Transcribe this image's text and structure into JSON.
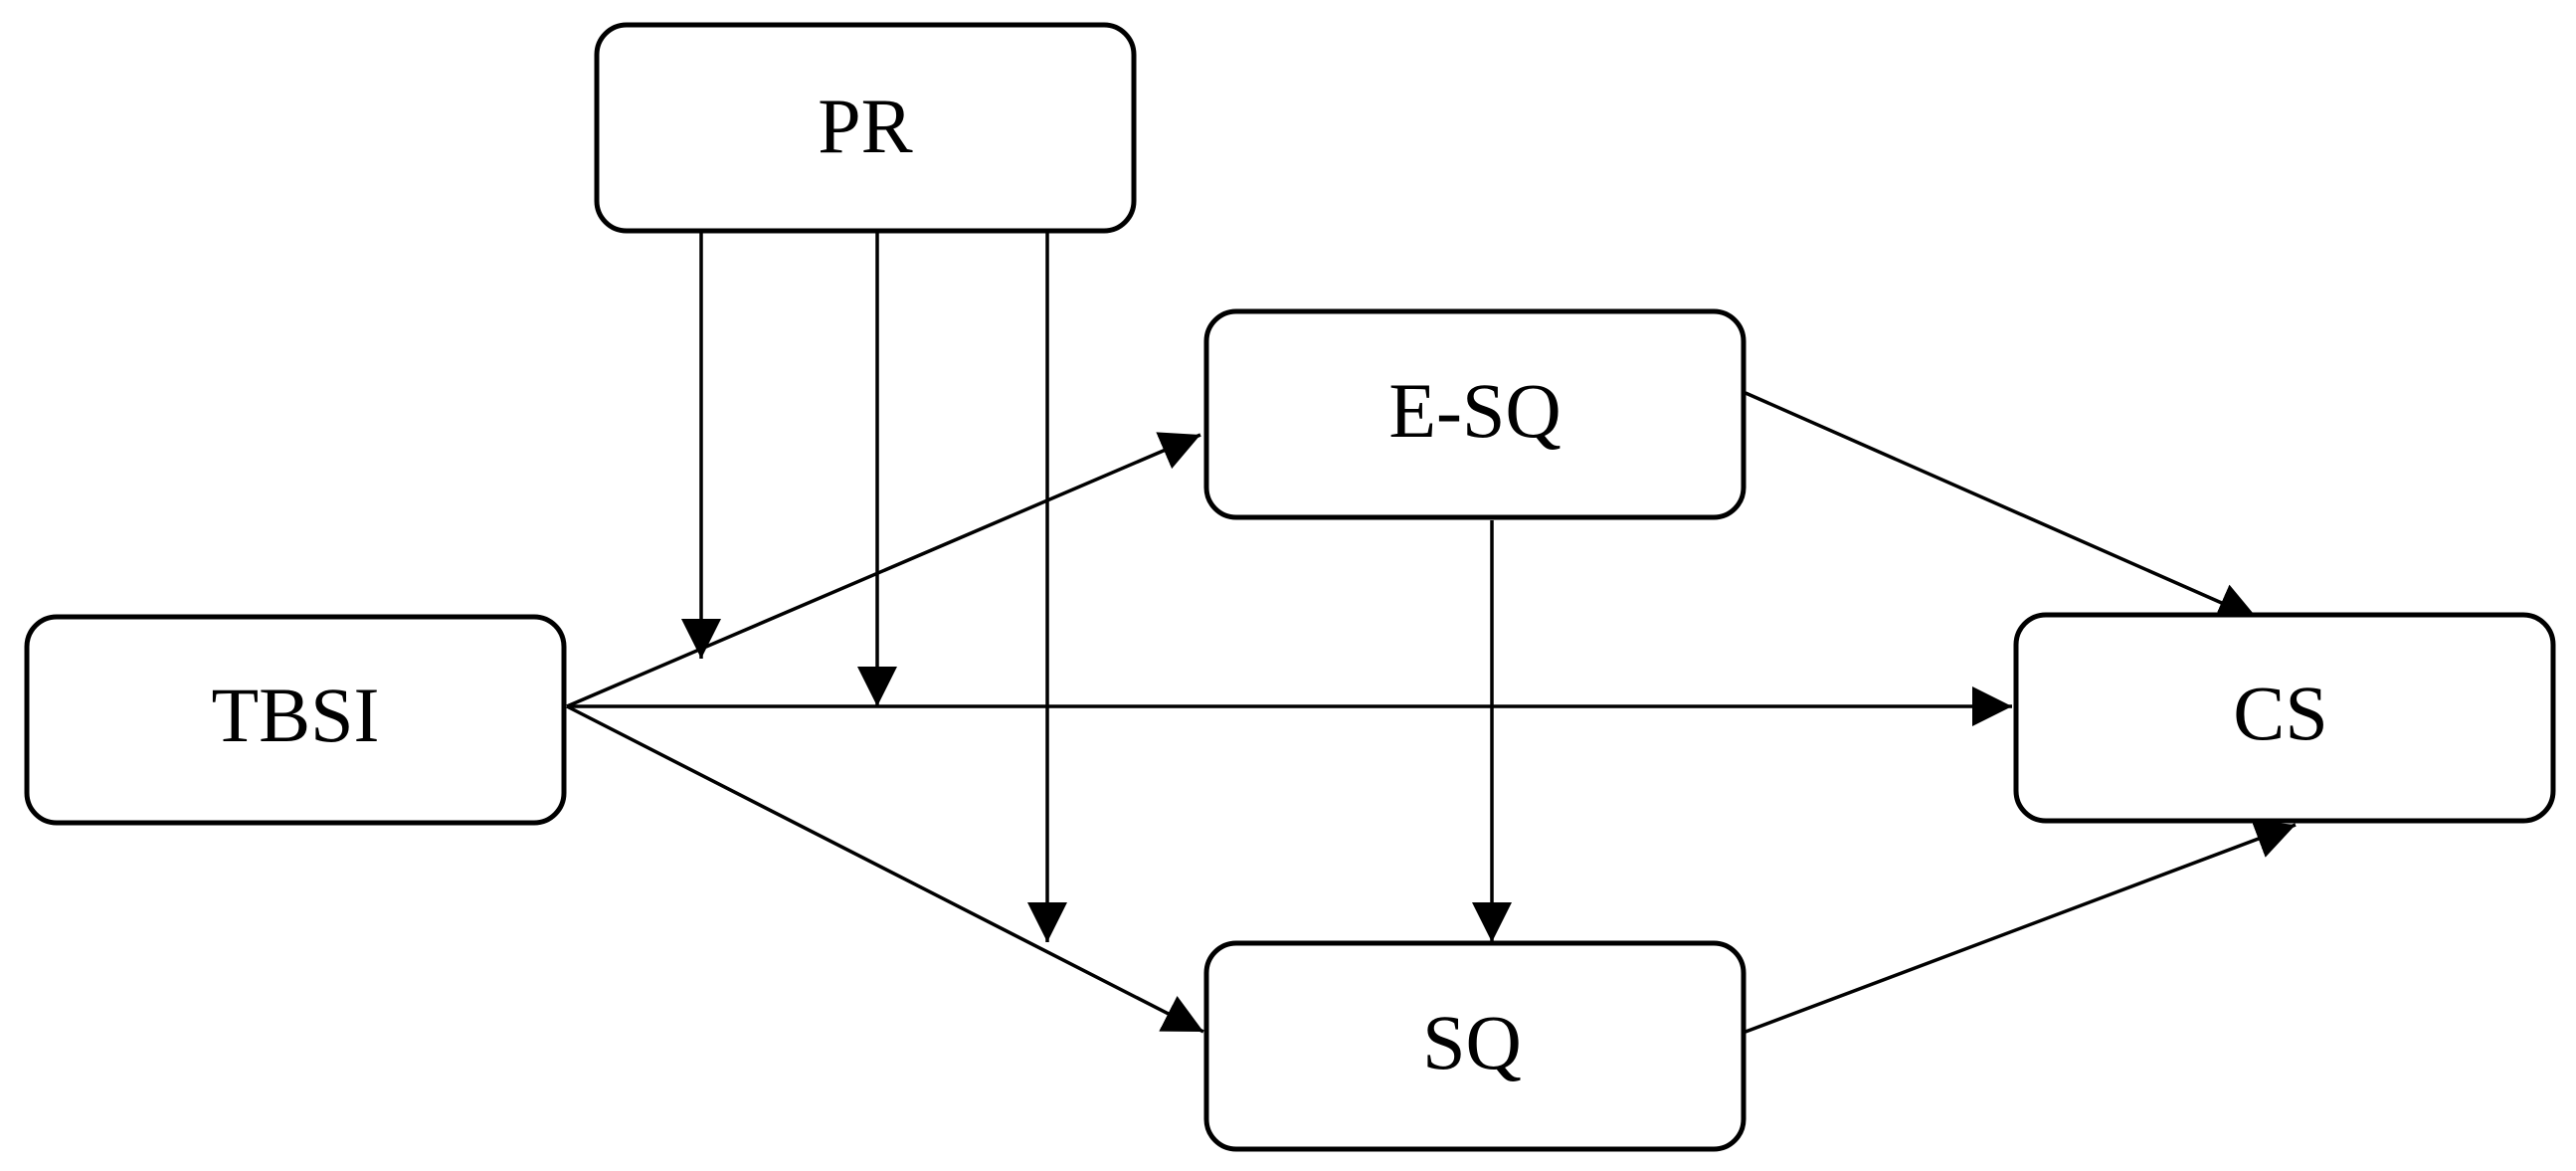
{
  "diagram": {
    "nodes": [
      {
        "id": "PR",
        "label": "PR"
      },
      {
        "id": "E-SQ",
        "label": "E-SQ"
      },
      {
        "id": "TBSI",
        "label": "TBSI"
      },
      {
        "id": "CS",
        "label": "CS"
      },
      {
        "id": "SQ",
        "label": "SQ"
      }
    ],
    "edges": [
      {
        "from": "TBSI",
        "to": "E-SQ"
      },
      {
        "from": "TBSI",
        "to": "CS"
      },
      {
        "from": "TBSI",
        "to": "SQ"
      },
      {
        "from": "E-SQ",
        "to": "CS"
      },
      {
        "from": "E-SQ",
        "to": "SQ"
      },
      {
        "from": "SQ",
        "to": "CS"
      },
      {
        "from": "PR",
        "to": "TBSI→E-SQ"
      },
      {
        "from": "PR",
        "to": "TBSI→CS"
      },
      {
        "from": "PR",
        "to": "TBSI→SQ"
      }
    ],
    "colors": {
      "stroke": "#000000",
      "background": "#ffffff"
    }
  }
}
